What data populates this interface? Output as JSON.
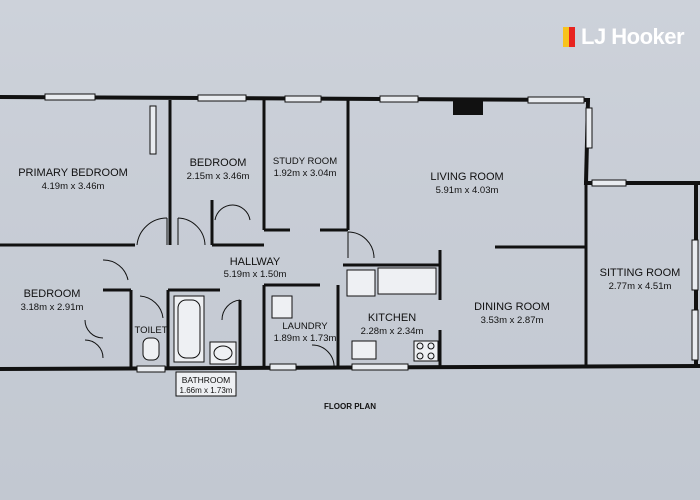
{
  "brand": {
    "name": "LJ Hooker",
    "colors": [
      "#f7c31c",
      "#e8231f"
    ]
  },
  "plan": {
    "caption": "FLOOR PLAN",
    "rooms": [
      {
        "id": "primary-bedroom",
        "name": "PRIMARY BEDROOM",
        "dims": "4.19m x 3.46m"
      },
      {
        "id": "bedroom-2",
        "name": "BEDROOM",
        "dims": "2.15m x 3.46m"
      },
      {
        "id": "study-room",
        "name": "STUDY ROOM",
        "dims": "1.92m x 3.04m"
      },
      {
        "id": "living-room",
        "name": "LIVING ROOM",
        "dims": "5.91m x 4.03m"
      },
      {
        "id": "bedroom-3",
        "name": "BEDROOM",
        "dims": "3.18m x 2.91m"
      },
      {
        "id": "hallway",
        "name": "HALLWAY",
        "dims": "5.19m x 1.50m"
      },
      {
        "id": "toilet",
        "name": "TOILET",
        "dims": ""
      },
      {
        "id": "laundry",
        "name": "LAUNDRY",
        "dims": "1.89m x 1.73m"
      },
      {
        "id": "kitchen",
        "name": "KITCHEN",
        "dims": "2.28m x 2.34m"
      },
      {
        "id": "dining-room",
        "name": "DINING ROOM",
        "dims": "3.53m x 2.87m"
      },
      {
        "id": "sitting-room",
        "name": "SITTING ROOM",
        "dims": "2.77m x 4.51m"
      },
      {
        "id": "bathroom",
        "name": "BATHROOM",
        "dims": "1.66m x 1.73m"
      }
    ]
  }
}
